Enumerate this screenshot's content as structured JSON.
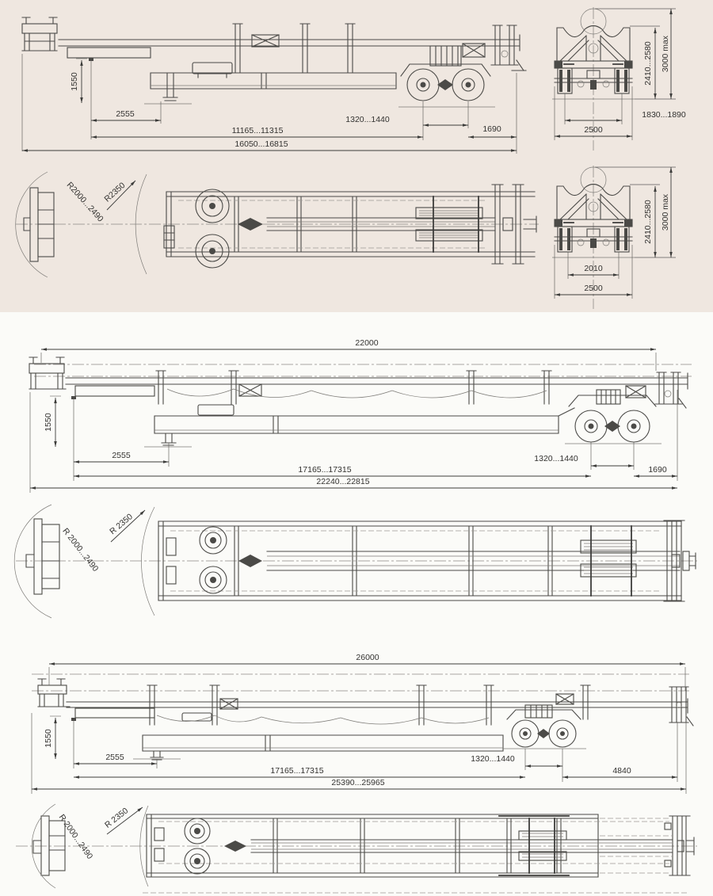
{
  "sheet": {
    "bg_top_strip": "#efe7e0",
    "bg_main": "#fbfbf8",
    "ink": "#4b4a47",
    "description": "Technical dimension drawings of three long-load semi-trailer variants: side view, plan view and rear views with dimension chains"
  },
  "t1": {
    "side": {
      "load_height": "1550",
      "front_overhang": "2555",
      "kingpin_to_bogie": "11165...11315",
      "overall_length": "16050...16815",
      "axle_spacing": "1320...1440",
      "rear_overhang": "1690"
    },
    "plan": {
      "radius_range": "R2000...2490",
      "radius_outer": "R2350"
    },
    "rear_a": {
      "body_height": "2410...2580",
      "max_height": "3000 max",
      "track": "1830...1890",
      "width": "2500"
    },
    "rear_b": {
      "body_height": "2410...2580",
      "max_height": "3000 max",
      "inner_track": "2010",
      "width": "2500"
    }
  },
  "t2": {
    "side": {
      "load_length": "22000",
      "load_height": "1550",
      "front_overhang": "2555",
      "kingpin_to_bogie": "17165...17315",
      "overall_length": "22240...22815",
      "axle_spacing": "1320...1440",
      "rear_overhang": "1690"
    },
    "plan": {
      "radius_range": "R 2000...2490",
      "radius_outer": "R 2350"
    }
  },
  "t3": {
    "side": {
      "load_length": "26000",
      "load_height": "1550",
      "front_overhang": "2555",
      "kingpin_to_bogie": "17165...17315",
      "rear_section": "4840",
      "overall_length": "25390...25965",
      "axle_spacing": "1320...1440"
    },
    "plan": {
      "radius_range": "R 2000...2490",
      "radius_outer": "R 2350"
    }
  }
}
